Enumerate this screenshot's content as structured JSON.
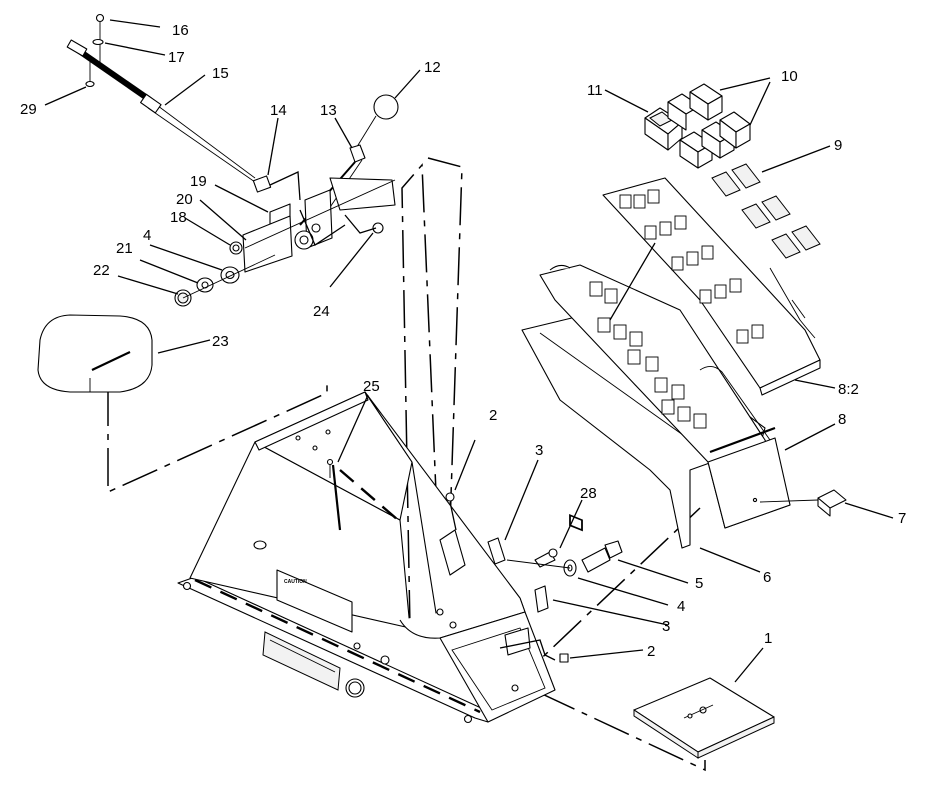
{
  "callouts": [
    {
      "id": "c1",
      "label": "1"
    },
    {
      "id": "c2a",
      "label": "2"
    },
    {
      "id": "c2b",
      "label": "2"
    },
    {
      "id": "c3a",
      "label": "3"
    },
    {
      "id": "c3b",
      "label": "3"
    },
    {
      "id": "c4a",
      "label": "4"
    },
    {
      "id": "c4b",
      "label": "4"
    },
    {
      "id": "c5",
      "label": "5"
    },
    {
      "id": "c6",
      "label": "6"
    },
    {
      "id": "c7",
      "label": "7"
    },
    {
      "id": "c8",
      "label": "8"
    },
    {
      "id": "c8_2",
      "label": "8:2"
    },
    {
      "id": "c9",
      "label": "9"
    },
    {
      "id": "c10",
      "label": "10"
    },
    {
      "id": "c11",
      "label": "11"
    },
    {
      "id": "c12",
      "label": "12"
    },
    {
      "id": "c13",
      "label": "13"
    },
    {
      "id": "c14",
      "label": "14"
    },
    {
      "id": "c15",
      "label": "15"
    },
    {
      "id": "c16",
      "label": "16"
    },
    {
      "id": "c17",
      "label": "17"
    },
    {
      "id": "c18",
      "label": "18"
    },
    {
      "id": "c19",
      "label": "19"
    },
    {
      "id": "c20",
      "label": "20"
    },
    {
      "id": "c21",
      "label": "21"
    },
    {
      "id": "c22",
      "label": "22"
    },
    {
      "id": "c23",
      "label": "23"
    },
    {
      "id": "c24",
      "label": "24"
    },
    {
      "id": "c25",
      "label": "25"
    },
    {
      "id": "c28",
      "label": "28"
    },
    {
      "id": "c29",
      "label": "29"
    }
  ],
  "decal": {
    "text": "CAUTION"
  }
}
